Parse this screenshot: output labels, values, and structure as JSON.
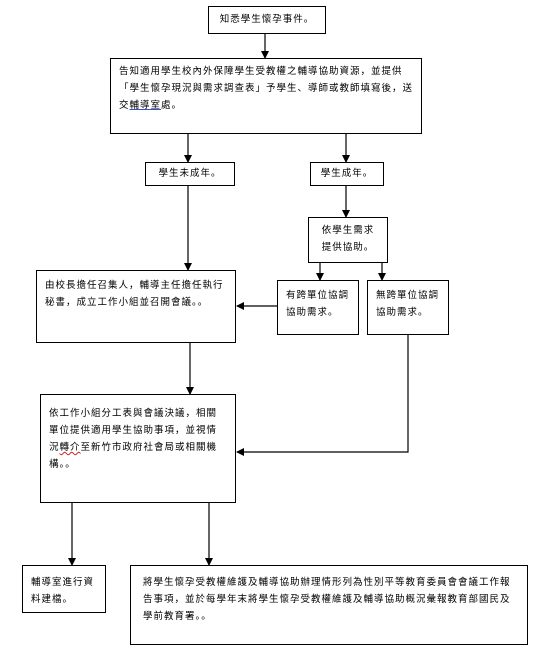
{
  "flowchart": {
    "nodes": {
      "start": {
        "text": "知悉學生懷孕事件。"
      },
      "notify": {
        "text_a": "告知適用學生校內外保障學生受教權之輔導協助資源，並提供「學生懷孕現況與需求調查表」予學生、導師或教師填寫後，送交",
        "text_u": "輔導室",
        "text_b": "處。"
      },
      "minor": {
        "text": "學生未成年。"
      },
      "adult": {
        "text": "學生成年。"
      },
      "needs": {
        "text": "依學生需求提供協助。"
      },
      "committee": {
        "text": "由校長擔任召集人，輔導主任擔任執行秘書，成立工作小組並召開會議。。"
      },
      "cross_yes": {
        "text": "有跨單位協調協助需求。"
      },
      "cross_no": {
        "text": "無跨單位協調協助需求。"
      },
      "action": {
        "text_a": "依工作小組分工表與會議決議，相關單位提供適用學生協助事項，並視情況",
        "text_u": "轉介",
        "text_b": "至新竹市政府社會局或相關機構。。"
      },
      "archive": {
        "text": "輔導室進行資料建檔。"
      },
      "report": {
        "text": "將學生懷孕受教權維護及輔導協助辦理情形列為性別平等教育委員會會議工作報告事項，並於每學年末將學生懷孕受教權維護及輔導協助概況彙報教育部國民及學前教育署。。"
      }
    }
  }
}
